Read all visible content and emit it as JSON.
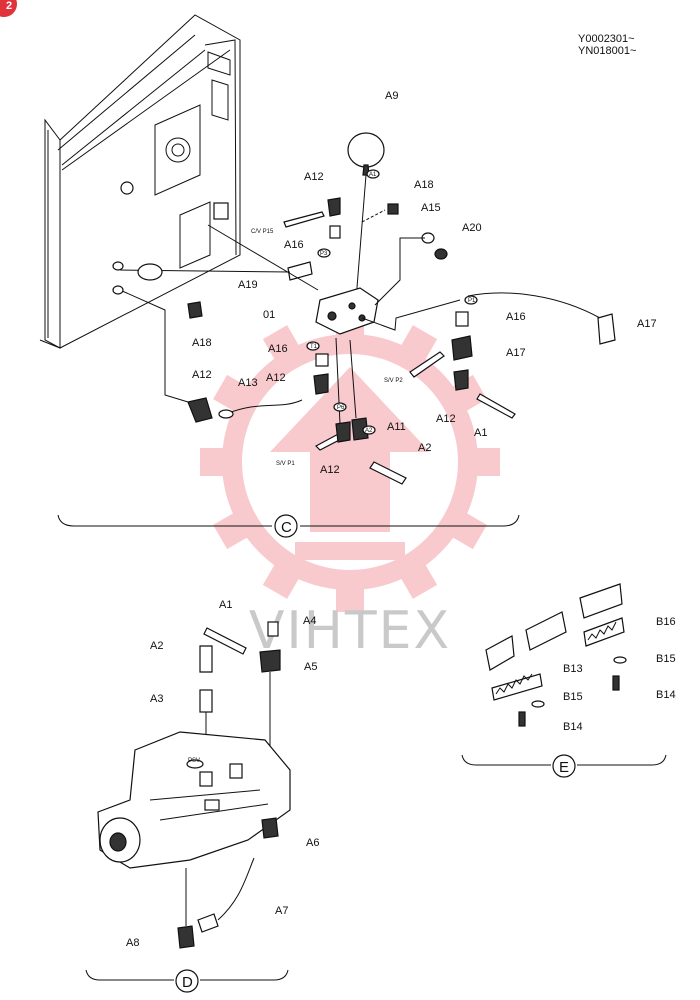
{
  "corner_badge": "2",
  "serial_numbers": [
    "Y0002301~",
    "YN018001~"
  ],
  "watermark": {
    "text": "VIHTEX",
    "color": "#ee6a72",
    "text_color": "#c9c9c9"
  },
  "sections": {
    "C": "C",
    "D": "D",
    "E": "E"
  },
  "section_c": {
    "labels": {
      "a9": "A9",
      "a12_top": "A12",
      "a18_top": "A18",
      "a15": "A15",
      "a16_top": "A16",
      "a20": "A20",
      "a19": "A19",
      "p01": "01",
      "a16_right": "A16",
      "a17_right": "A17",
      "a17_mid": "A17",
      "a18_left": "A18",
      "a16_mid": "A16",
      "a12_left": "A12",
      "a13": "A13",
      "a12_mid": "A12",
      "a12_right": "A12",
      "a1": "A1",
      "a11": "A11",
      "a2": "A2",
      "a12_bottom": "A12"
    },
    "port_tags": {
      "cv_p15": "C/V P15",
      "t1": "T1",
      "p1_top": "P1",
      "a1_tag": "A1",
      "p3": "P3",
      "sv_p2": "S/V P2",
      "p6": "P6",
      "a2_tag": "A2",
      "sv_p1": "S/V P1"
    }
  },
  "section_d": {
    "labels": {
      "a1": "A1",
      "a4": "A4",
      "a2": "A2",
      "a5": "A5",
      "a3": "A3",
      "a6": "A6",
      "a7": "A7",
      "a8": "A8"
    },
    "port_tags": {
      "psv": "PSV"
    }
  },
  "section_e": {
    "labels": {
      "b16": "B16",
      "b15_right": "B15",
      "b13": "B13",
      "b14_right": "B14",
      "b15_left": "B15",
      "b14_left": "B14"
    }
  }
}
